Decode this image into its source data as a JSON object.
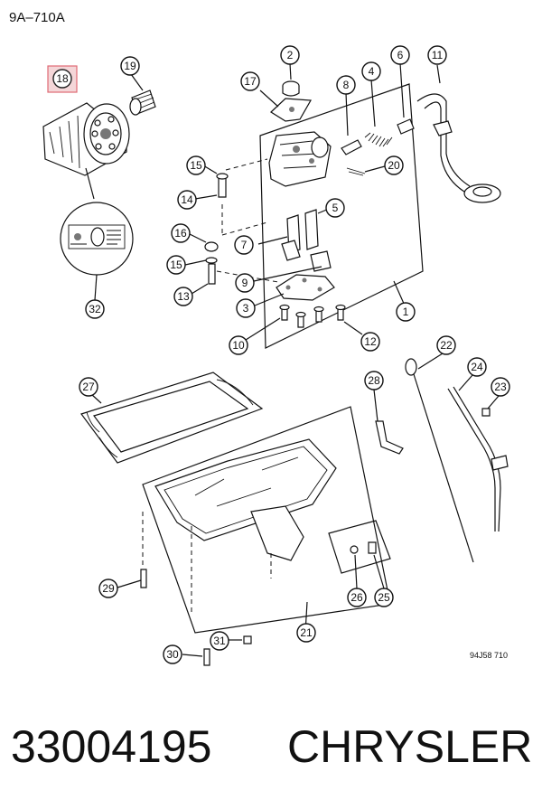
{
  "header": {
    "reference_code": "9A–710A"
  },
  "figure": {
    "figure_code": "94J58 710"
  },
  "callouts": {
    "c1": "1",
    "c2": "2",
    "c3": "3",
    "c4": "4",
    "c5": "5",
    "c6": "6",
    "c7": "7",
    "c8": "8",
    "c9": "9",
    "c10": "10",
    "c11": "11",
    "c12": "12",
    "c13": "13",
    "c14": "14",
    "c15a": "15",
    "c15b": "15",
    "c16": "16",
    "c17": "17",
    "c18": "18",
    "c19": "19",
    "c20": "20",
    "c21": "21",
    "c22": "22",
    "c23": "23",
    "c24": "24",
    "c25": "25",
    "c26": "26",
    "c27": "27",
    "c28": "28",
    "c29": "29",
    "c30": "30",
    "c31": "31",
    "c32": "32"
  },
  "highlighted_callout": "18",
  "footer": {
    "part_number": "33004195",
    "brand": "CHRYSLER"
  }
}
